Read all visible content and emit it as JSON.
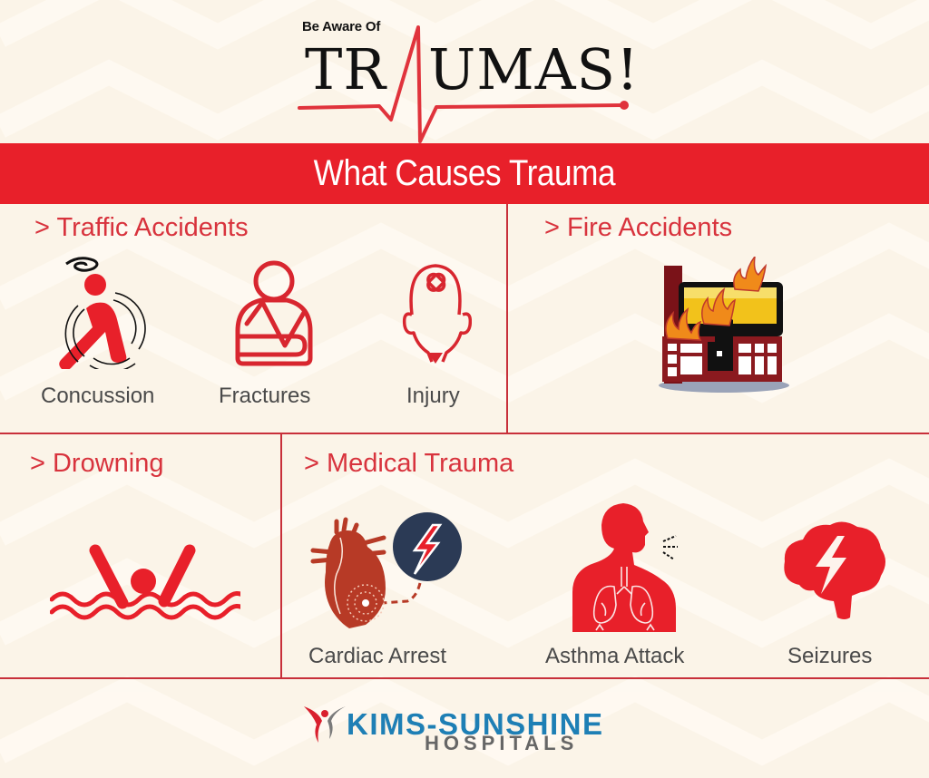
{
  "header": {
    "kicker": "Be Aware Of",
    "title_left": "TR",
    "title_right": "UMAS!"
  },
  "banner": {
    "title": "What Causes Trauma"
  },
  "colors": {
    "accent_red": "#e8202a",
    "heading_red": "#d8333d",
    "divider": "#c8303a",
    "background": "#fbf4e8",
    "label_gray": "#4a4a4a",
    "logo_blue": "#1e7fb5",
    "navy": "#2b3a55"
  },
  "sections": {
    "traffic": {
      "title": "> Traffic Accidents",
      "items": [
        {
          "label": "Concussion",
          "icon": "concussion-icon"
        },
        {
          "label": "Fractures",
          "icon": "arm-sling-icon"
        },
        {
          "label": "Injury",
          "icon": "head-bandage-icon"
        }
      ]
    },
    "fire": {
      "title": "> Fire Accidents",
      "icon": "burning-house-icon"
    },
    "drowning": {
      "title": "> Drowning",
      "icon": "drowning-person-icon"
    },
    "medical": {
      "title": "> Medical Trauma",
      "items": [
        {
          "label": "Cardiac Arrest",
          "icon": "heart-shock-icon"
        },
        {
          "label": "Asthma Attack",
          "icon": "lungs-breathing-icon"
        },
        {
          "label": "Seizures",
          "icon": "brain-lightning-icon"
        }
      ]
    }
  },
  "footer": {
    "logo_main": "KIMS-SUNSHINE",
    "logo_sub": "HOSPITALS"
  }
}
